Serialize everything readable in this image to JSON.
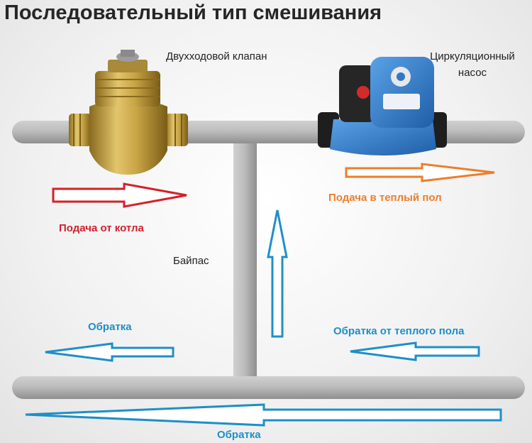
{
  "title": "Последовательный тип смешивания",
  "labels": {
    "valve": "Двухходовой клапан",
    "pump_line1": "Циркуляционный",
    "pump_line2": "насос",
    "supply_from_boiler": "Подача от котла",
    "supply_to_floor": "Подача в теплый пол",
    "bypass": "Байпас",
    "return_left": "Обратка",
    "return_from_floor": "Обратка от теплого пола",
    "return_bottom": "Обратка"
  },
  "colors": {
    "pipe": "#b4b4b4",
    "red_arrow": "#d4202a",
    "orange_arrow": "#ee7d2a",
    "blue_arrow": "#1e8fc7",
    "brass": "#c9a646",
    "pump_blue": "#2f78c8"
  },
  "icons": {
    "valve": "two-way-valve-icon",
    "pump": "circulation-pump-icon"
  }
}
